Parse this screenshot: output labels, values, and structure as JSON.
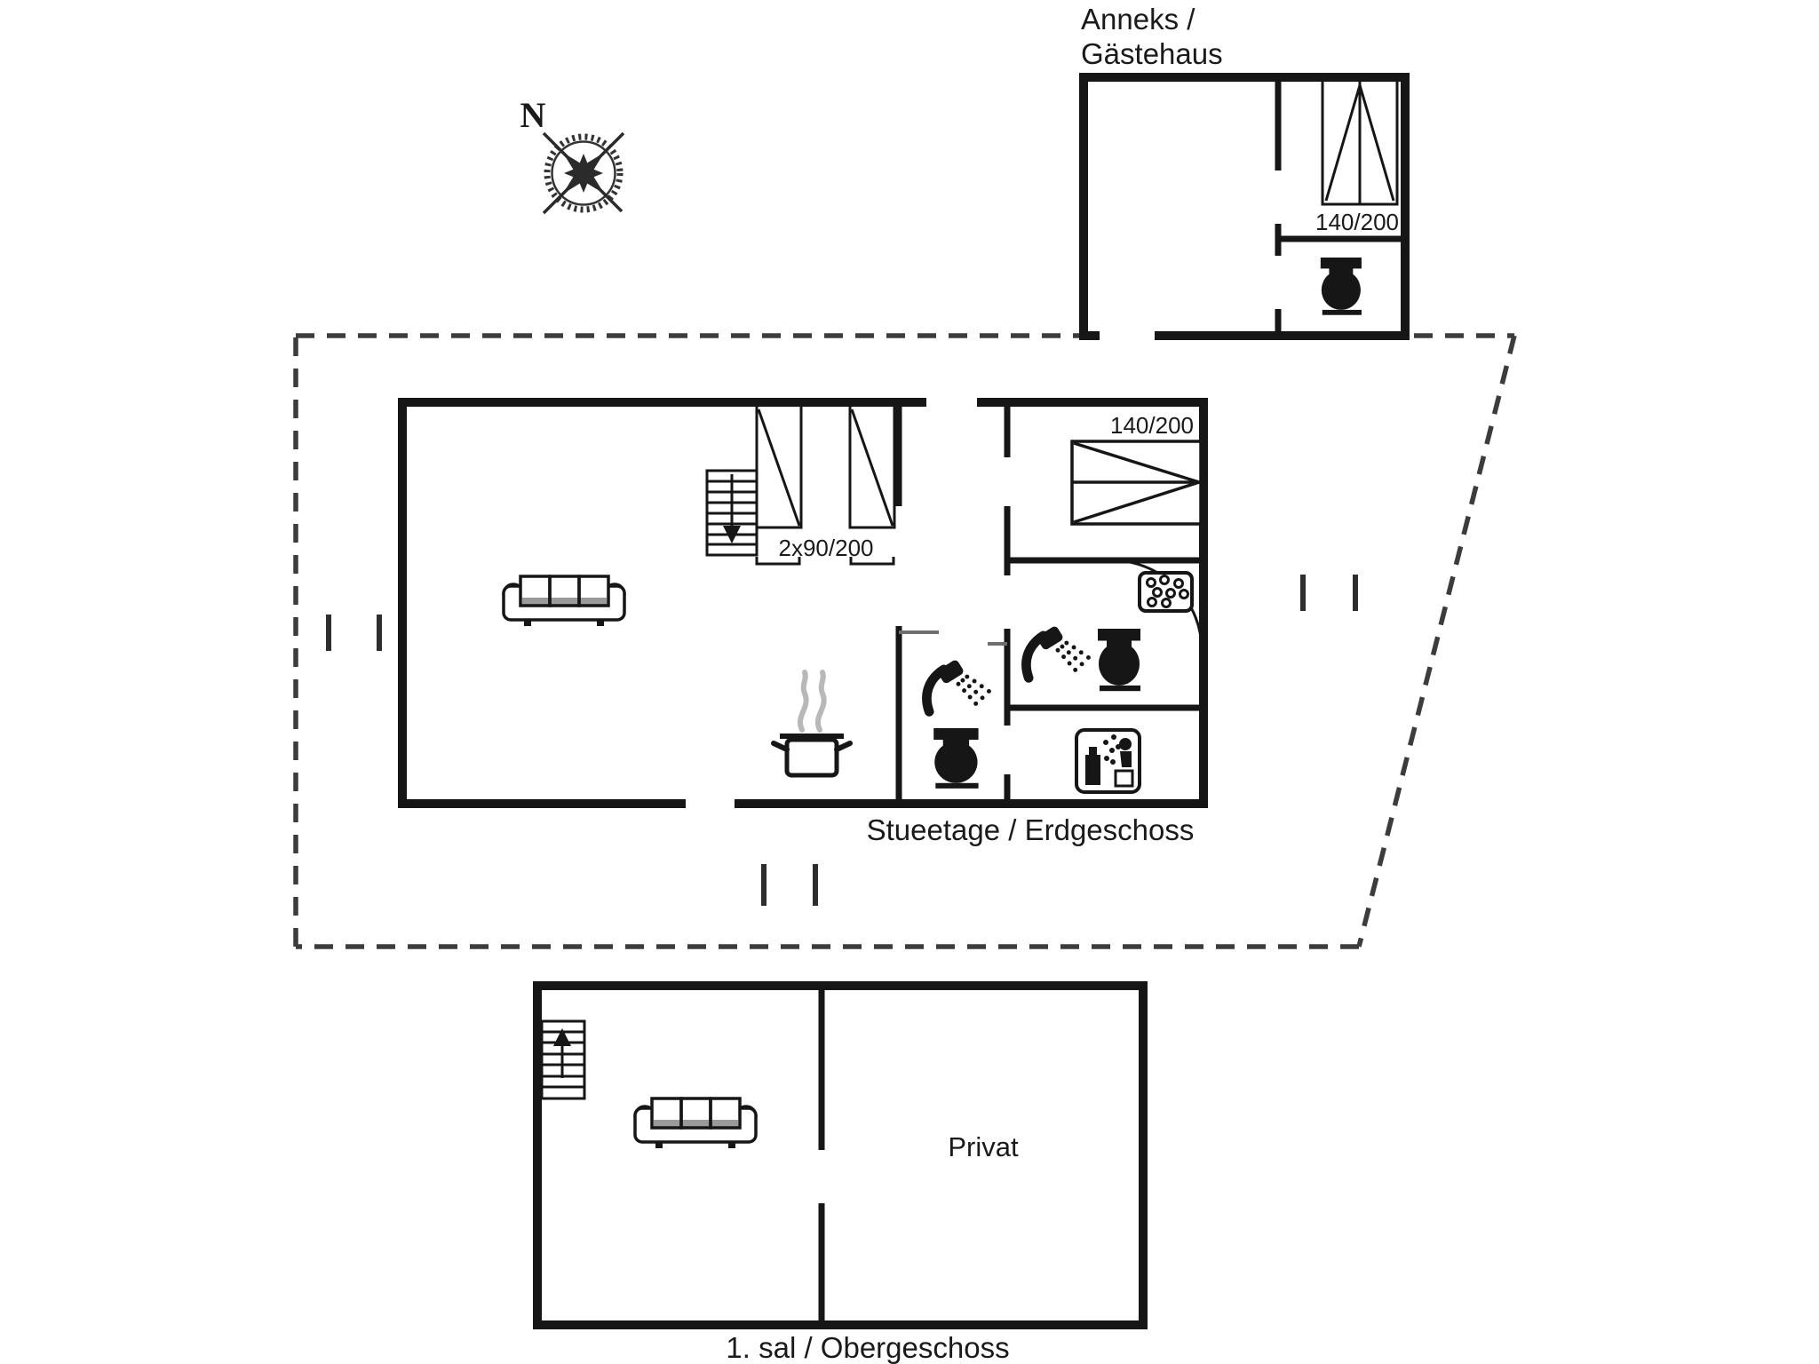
{
  "document": {
    "type": "holiday-house floor plan",
    "background": "#ffffff",
    "ink": "#161616",
    "gray": "#8f8f8f",
    "steam_gray": "#b8b8b8",
    "boundary_color": "#3c3c3c"
  },
  "compass": {
    "north_label": "N",
    "icon": "compass-rose-icon"
  },
  "annex": {
    "title_line1": "Anneks /",
    "title_line2": "Gästehaus",
    "window_label": "140/200",
    "icons": {
      "toilet": "toilet-icon",
      "window": "tilt-window-icon"
    }
  },
  "ground_floor": {
    "caption": "Stueetage / Erdgeschoss",
    "double_window_label": "2x90/200",
    "bed_label": "140/200",
    "icons": {
      "sofa": "sofa-icon",
      "stairs_down": "stairs-down-icon",
      "cooking_pot": "cooking-pot-icon",
      "double_bed": "double-bed-icon",
      "washbasin": "washbasin-icon",
      "shower_bathroom": "shower-icon",
      "toilet_bathroom": "toilet-icon",
      "shower_wc": "shower-icon",
      "toilet_wc": "toilet-icon",
      "washing_machine": "washing-machine-icon",
      "windows": "casement-window-icon"
    }
  },
  "upper_floor": {
    "caption": "1. sal / Obergeschoss",
    "room_label": "Privat",
    "icons": {
      "sofa": "sofa-icon",
      "stairs_up": "stairs-up-icon"
    }
  }
}
